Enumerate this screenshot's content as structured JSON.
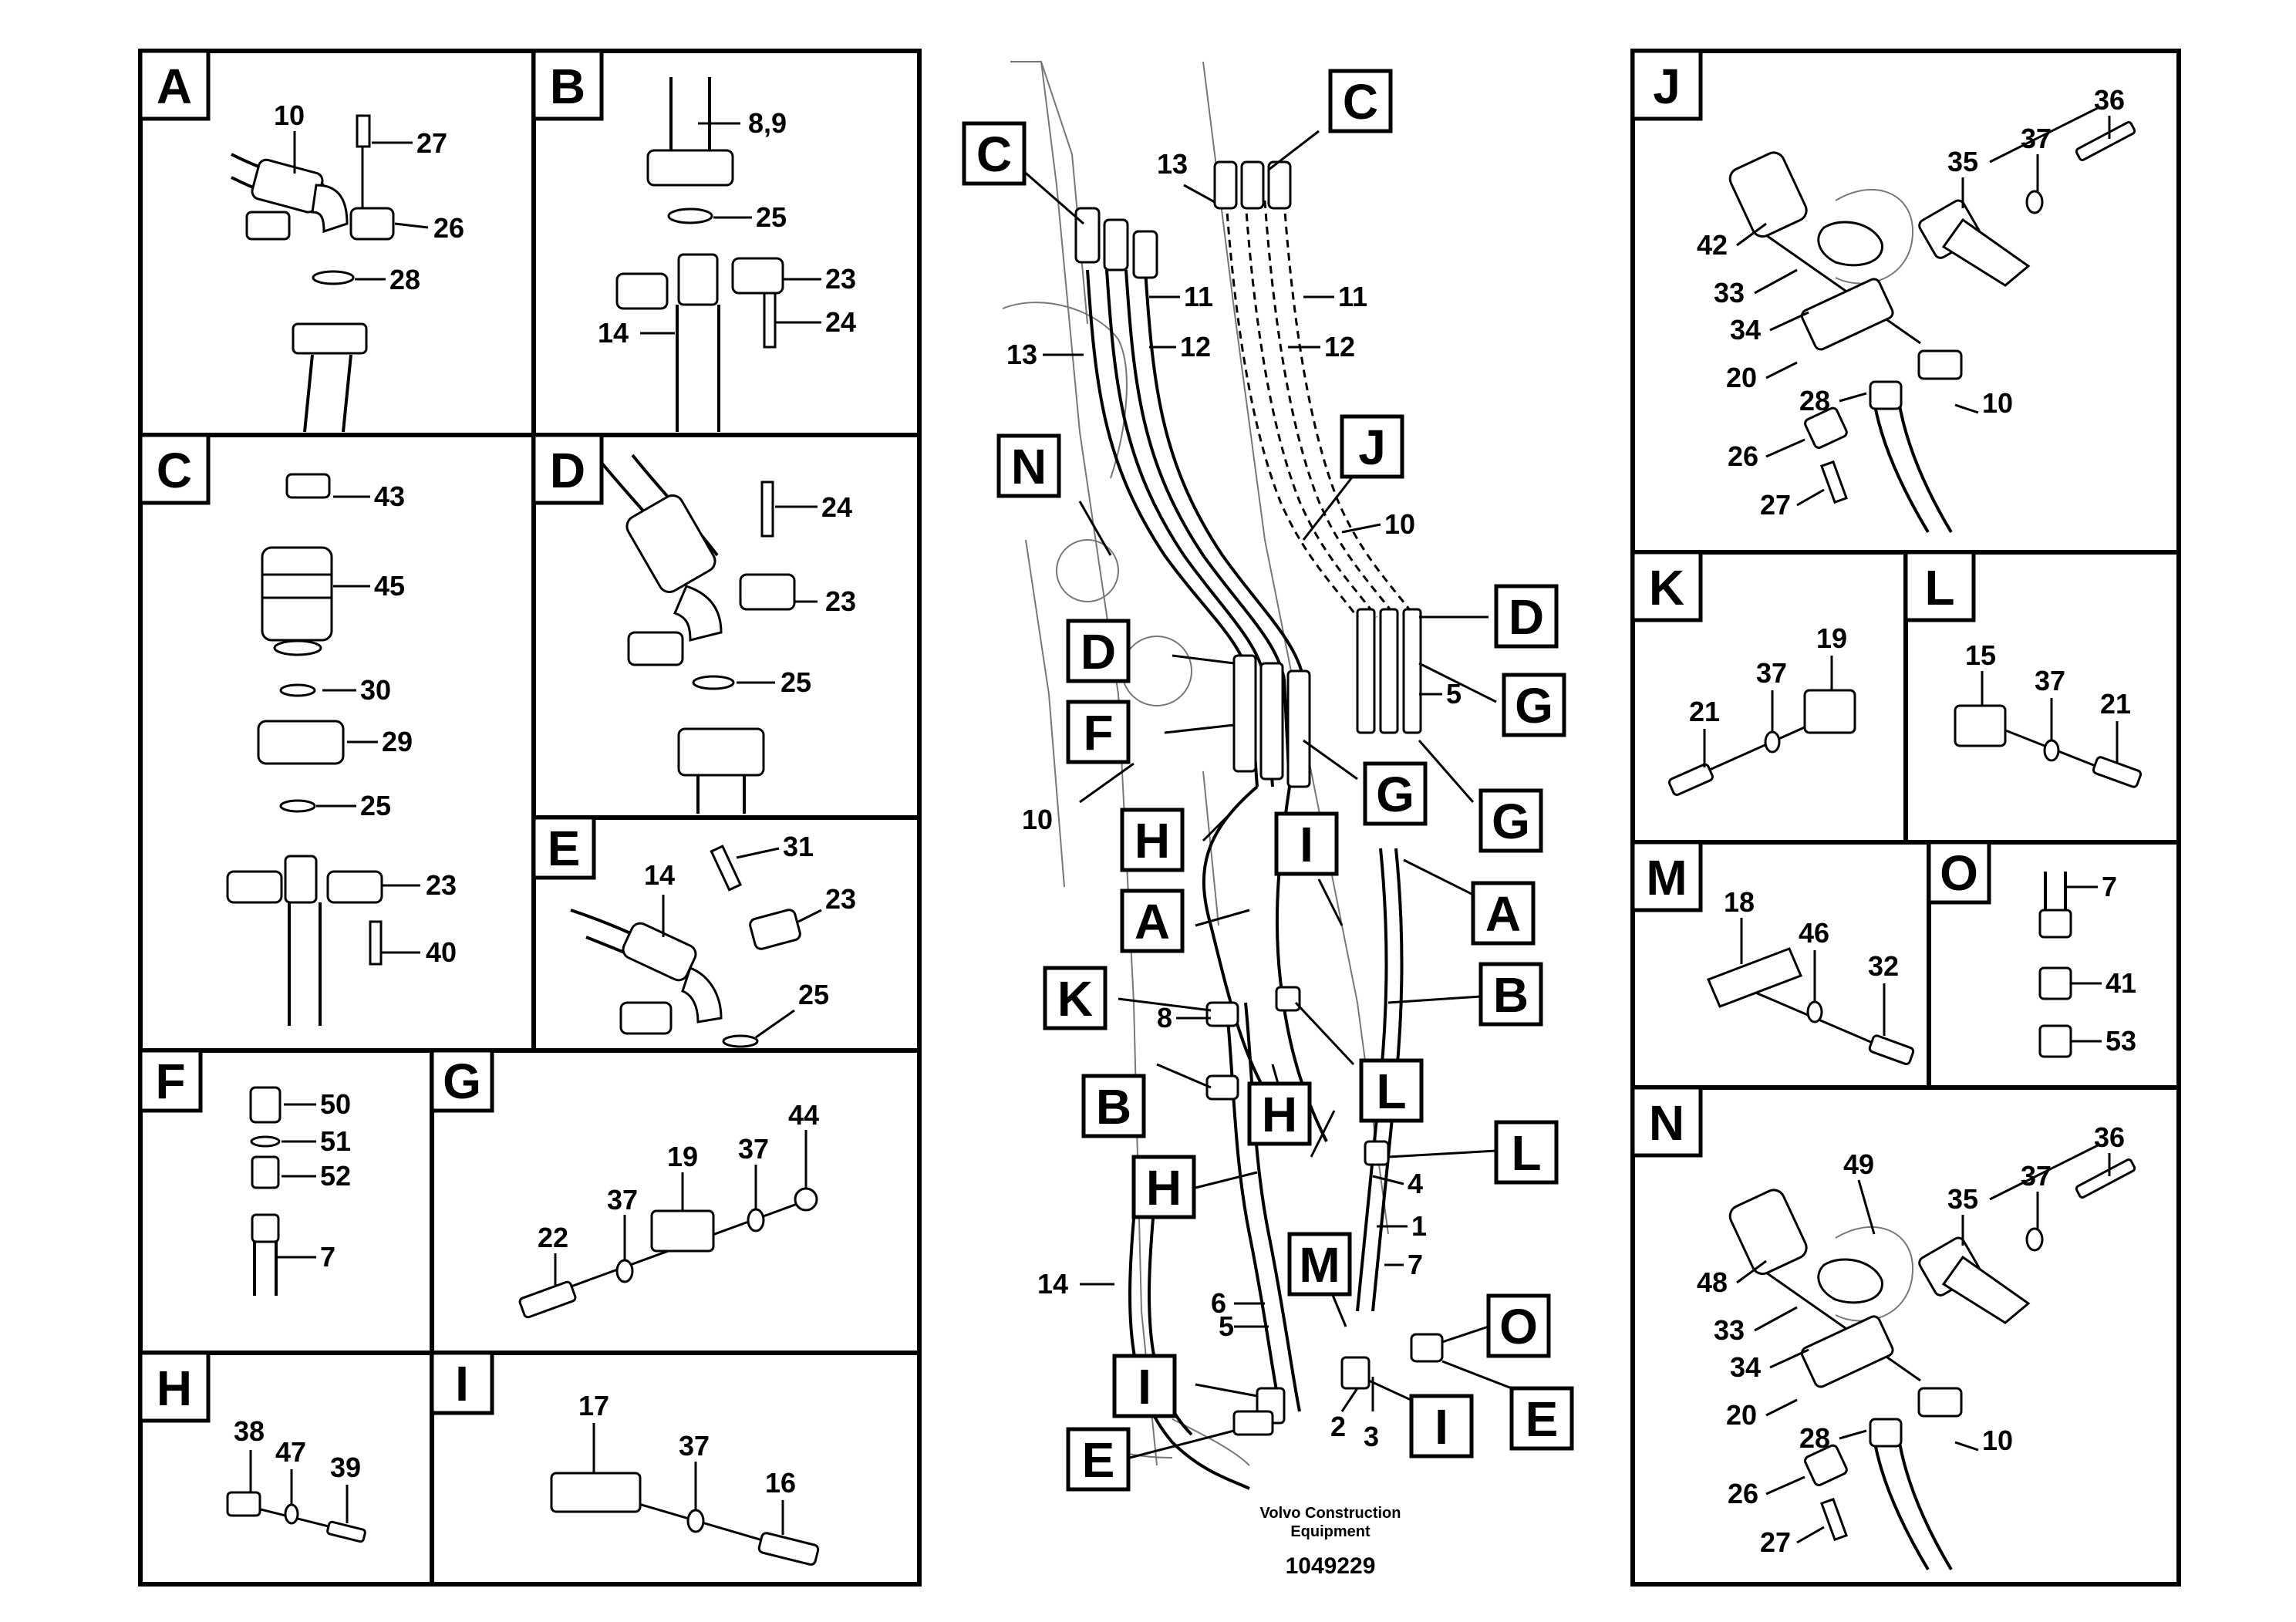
{
  "footer": {
    "brand_line1": "Volvo Construction",
    "brand_line2": "Equipment",
    "document_number": "1049229"
  },
  "panels": {
    "A": {
      "label": "A",
      "callouts": [
        "10",
        "27",
        "26",
        "28"
      ]
    },
    "B": {
      "label": "B",
      "callouts": [
        "8,9",
        "25",
        "23",
        "24",
        "14"
      ]
    },
    "C": {
      "label": "C",
      "callouts": [
        "43",
        "45",
        "30",
        "29",
        "25",
        "23",
        "40"
      ]
    },
    "D": {
      "label": "D",
      "callouts": [
        "24",
        "23",
        "25"
      ]
    },
    "E": {
      "label": "E",
      "callouts": [
        "31",
        "14",
        "23",
        "25"
      ]
    },
    "F": {
      "label": "F",
      "callouts": [
        "50",
        "51",
        "52",
        "7"
      ]
    },
    "G": {
      "label": "G",
      "callouts": [
        "44",
        "37",
        "19",
        "37",
        "22"
      ]
    },
    "H": {
      "label": "H",
      "callouts": [
        "38",
        "47",
        "39"
      ]
    },
    "I": {
      "label": "I",
      "callouts": [
        "17",
        "37",
        "16"
      ]
    },
    "J": {
      "label": "J",
      "callouts": [
        "36",
        "37",
        "35",
        "42",
        "33",
        "34",
        "20",
        "28",
        "10",
        "26",
        "27"
      ]
    },
    "K": {
      "label": "K",
      "callouts": [
        "19",
        "37",
        "21"
      ]
    },
    "L": {
      "label": "L",
      "callouts": [
        "15",
        "37",
        "21"
      ]
    },
    "M": {
      "label": "M",
      "callouts": [
        "18",
        "46",
        "32"
      ]
    },
    "O": {
      "label": "O",
      "callouts": [
        "7",
        "41",
        "53"
      ]
    },
    "N": {
      "label": "N",
      "callouts": [
        "49",
        "36",
        "37",
        "35",
        "48",
        "33",
        "34",
        "20",
        "28",
        "10",
        "26",
        "27"
      ]
    }
  },
  "main_view": {
    "tags": [
      "C",
      "C",
      "N",
      "J",
      "D",
      "D",
      "G",
      "F",
      "G",
      "G",
      "H",
      "I",
      "A",
      "A",
      "K",
      "B",
      "B",
      "L",
      "H",
      "H",
      "L",
      "M",
      "O",
      "I",
      "I",
      "E",
      "E"
    ],
    "callouts": [
      "13",
      "11",
      "12",
      "13",
      "11",
      "12",
      "10",
      "5",
      "10",
      "8",
      "4",
      "1",
      "7",
      "14",
      "6",
      "5",
      "2",
      "3"
    ]
  }
}
